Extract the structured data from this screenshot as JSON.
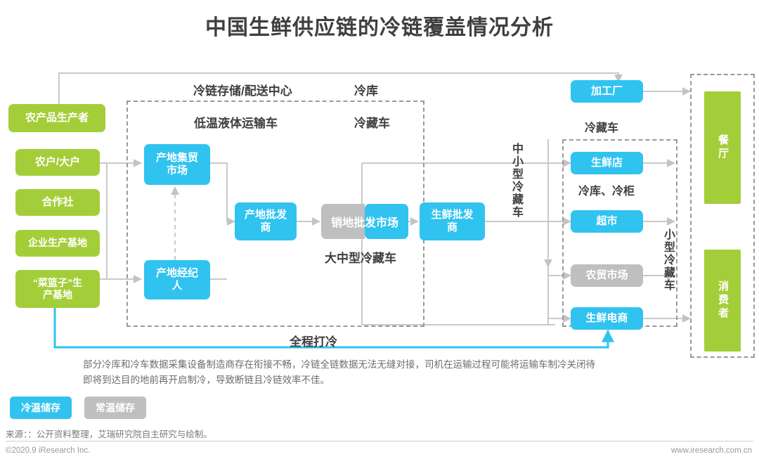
{
  "title": "中国生鲜供应链的冷链覆盖情况分析",
  "chart_data": {
    "type": "diagram",
    "title": "中国生鲜供应链的冷链覆盖情况分析",
    "legend": [
      "冷温储存",
      "常温储存"
    ]
  },
  "producers": {
    "header": "农产品生产者",
    "items": [
      {
        "label": "农户/大户"
      },
      {
        "label": "合作社"
      },
      {
        "label": "企业生产基地"
      },
      {
        "label": "“菜篮子”生\n产基地"
      }
    ]
  },
  "origin": {
    "collect_market": "产地集贸\n市场",
    "broker": "产地经纪\n人",
    "wholesaler": "产地批发\n商"
  },
  "distribution": {
    "sales_market": "销地批发市场",
    "fresh_wholesaler": "生鲜批发\n商"
  },
  "retail": {
    "factory": "加工厂",
    "fresh_store": "生鲜店",
    "supermarket": "超市",
    "farmers_market": "农贸市场",
    "fresh_ecommerce": "生鲜电商"
  },
  "endpoints": {
    "restaurant": "餐厅",
    "consumer": "消费者"
  },
  "captions": {
    "cold_storage_center": "冷链存储/配送中心",
    "low_temp_liquid_truck": "低温液体运输车",
    "cold_warehouse": "冷库",
    "refrigerated_truck_mid": "冷藏车",
    "big_mid_refrigerated_truck": "大中型冷藏车",
    "refrigerated_truck_right": "冷藏车",
    "cold_warehouse_cabinet": "冷库、冷柜",
    "mid_small_refrigerated_truck": "中小型冷藏车",
    "small_refrigerated_truck": "小型冷藏车",
    "full_cold_chain": "全程打冷"
  },
  "legend": {
    "cold": "冷温储存",
    "normal": "常温储存"
  },
  "note": "部分冷库和冷车数据采集设备制造商存在衔接不畅，冷链全链数据无法无缝对接，司机在运输过程可能将运输车制冷关闭待即将到达目的地前再开启制冷，导致断链且冷链效率不佳。",
  "source": "来源：：公开资料整理，艾瑞研究院自主研究与绘制。",
  "footer": {
    "copyright": "©2020.9 iResearch Inc.",
    "site": "www.iresearch.com.cn"
  },
  "colors": {
    "green": "#a4ce39",
    "blue": "#30c3f0",
    "gray": "#bfbfbf",
    "wire": "#c9c9c9",
    "dash": "#9a9a9a",
    "text": "#3f3f3f"
  }
}
